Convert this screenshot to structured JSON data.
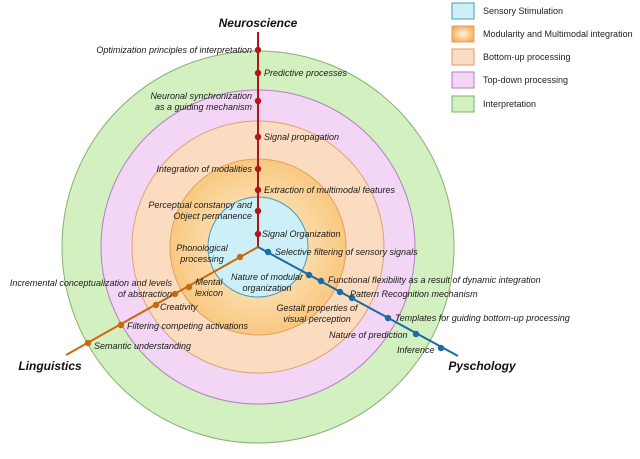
{
  "legend": [
    {
      "label": "Sensory Stimulation",
      "fill": "#cdeff8",
      "stroke": "#4a9bb5",
      "style": "flat"
    },
    {
      "label": "Modularity and Multimodal integration",
      "fill": "#fde6c6",
      "stroke": "#e0a060",
      "style": "radial"
    },
    {
      "label": "Bottom-up processing",
      "fill": "#fcdcc0",
      "stroke": "#e09a6a",
      "style": "flat"
    },
    {
      "label": "Top-down processing",
      "fill": "#f3d6f5",
      "stroke": "#b37bc0",
      "style": "flat"
    },
    {
      "label": "Interpretation",
      "fill": "#d3f0c0",
      "stroke": "#78b060",
      "style": "flat"
    }
  ],
  "rings": {
    "interpretation": "#d3f0c0",
    "top_down": "#f3d6f5",
    "bottom_up": "#fcdcc0",
    "modularity": "#fde6c6",
    "sensory": "#cdeff8"
  },
  "axes": {
    "neuroscience": {
      "title": "Neuroscience",
      "color": "#b01818"
    },
    "linguistics": {
      "title": "Linguistics",
      "color": "#c76a10"
    },
    "psychology": {
      "title": "Pyschology",
      "color": "#1a6aa6"
    }
  },
  "neuroscience_labels": [
    "Optimization principles of interpretation",
    "Predictive processes",
    "Neuronal synchronization",
    "as a guiding mechanism",
    "Signal propagation",
    "Integration of modalities",
    "Extraction of multimodal features",
    "Perceptual constancy and",
    "Object permanence",
    "Signal Organization"
  ],
  "psychology_labels": [
    "Selective filtering of sensory signals",
    "Nature of modular",
    "organization",
    "Functional flexibility as a result of dynamic integration",
    "Pattern Recognition mechanism",
    "Gestalt properties of",
    "visual perception",
    "Templates for guiding bottom-up processing",
    "Nature of prediction",
    "Inference"
  ],
  "linguistics_labels": [
    "Phonological",
    "processing",
    "Mental",
    "lexicon",
    "Incremental conceptualization and levels",
    "of abstraction",
    "Creativity",
    "Filtering competing activations",
    "Semantic understanding"
  ]
}
